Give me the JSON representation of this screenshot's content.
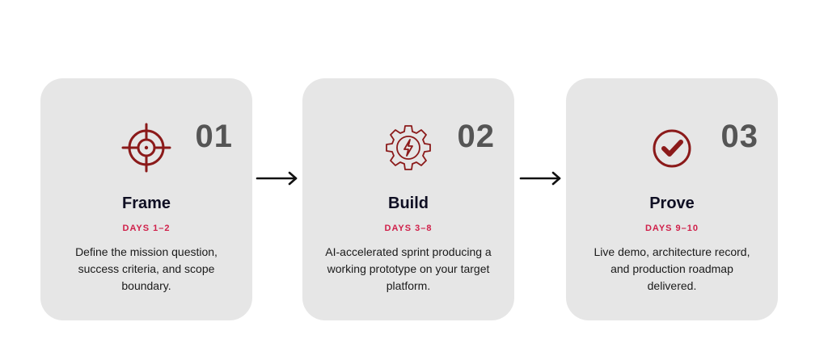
{
  "steps": [
    {
      "number": "01",
      "title": "Frame",
      "days": "DAYS 1–2",
      "description": "Define the mission question, success criteria, and scope boundary.",
      "icon": "target-crosshair-icon"
    },
    {
      "number": "02",
      "title": "Build",
      "days": "DAYS 3–8",
      "description": "AI-accelerated sprint producing a working prototype on your target platform.",
      "icon": "gear-lightning-icon"
    },
    {
      "number": "03",
      "title": "Prove",
      "days": "DAYS 9–10",
      "description": "Live demo, architecture record, and production roadmap delivered.",
      "icon": "check-circle-icon"
    }
  ],
  "colors": {
    "icon": "#8b1a1a",
    "accent": "#d0204a",
    "card_background": "#e6e6e6",
    "number": "#555555",
    "title": "#0f0f23"
  }
}
